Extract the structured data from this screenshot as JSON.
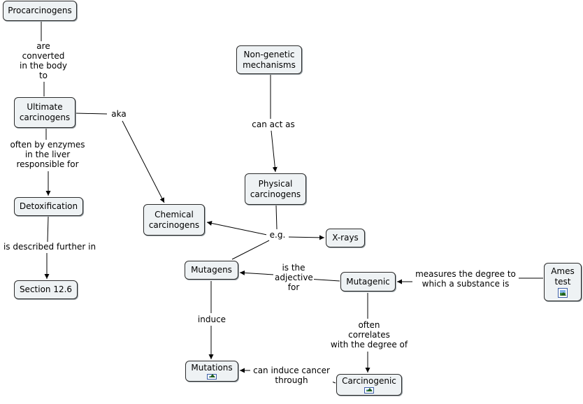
{
  "nodes": {
    "procarcinogens": "Procarcinogens",
    "ultimate": "Ultimate\ncarcinogens",
    "detox": "Detoxification",
    "section": "Section 12.6",
    "nongenetic": "Non-genetic\nmechanisms",
    "physical": "Physical\ncarcinogens",
    "chemical": "Chemical\ncarcinogens",
    "xrays": "X-rays",
    "mutagens": "Mutagens",
    "mutagenic": "Mutagenic",
    "ames": "Ames\ntest",
    "mutations": "Mutations",
    "carcinogenic": "Carcinogenic"
  },
  "links": {
    "converted": "are\nconverted\nin the body\nto",
    "aka": "aka",
    "enzymes": "often by enzymes\nin the liver\nresponsible for",
    "described": "is described further in",
    "act_as": "can act as",
    "eg": "e.g.",
    "adjective": "is the\nadjective\nfor",
    "measures": "measures the degree to\nwhich a substance is",
    "induce": "induce",
    "correlates": "often\ncorrelates\nwith the degree of",
    "induce_cancer": "can induce cancer\nthrough"
  },
  "icons": {
    "resource": "image-resource-icon"
  },
  "colors": {
    "node_fill": "#eef2f4",
    "node_border": "#2b2b2b",
    "line": "#000000"
  }
}
